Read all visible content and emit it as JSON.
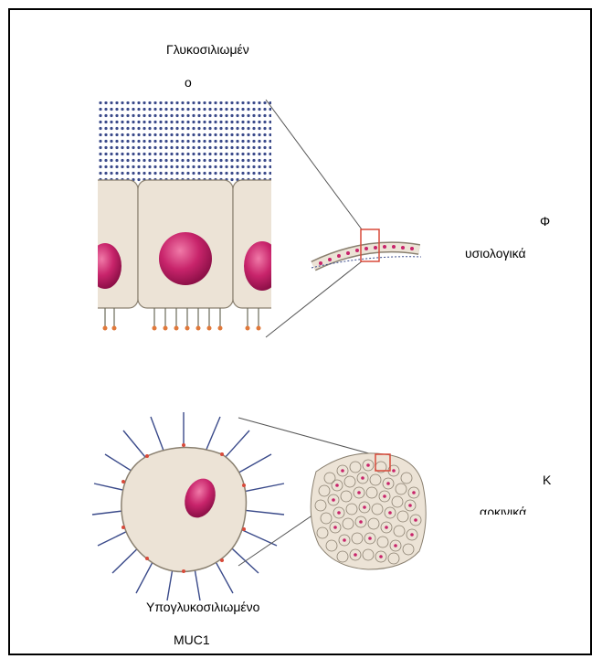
{
  "labels": {
    "top_line1": "Γλυκοσιλιωμέν",
    "top_line2": "ο",
    "phys_line1": "Φ",
    "phys_line2": "υσιολογικά",
    "cancer_line1": "Κ",
    "cancer_line2": "αρκινικά",
    "bottom_line1": "Υπογλυκοσιλιωμένο",
    "bottom_line2": "MUC1"
  },
  "colors": {
    "cell_body": "#ece3d6",
    "nucleus": "#c8246b",
    "glycan": "#3a4a8a",
    "highlight": "#d84a3a",
    "line": "#555555"
  }
}
